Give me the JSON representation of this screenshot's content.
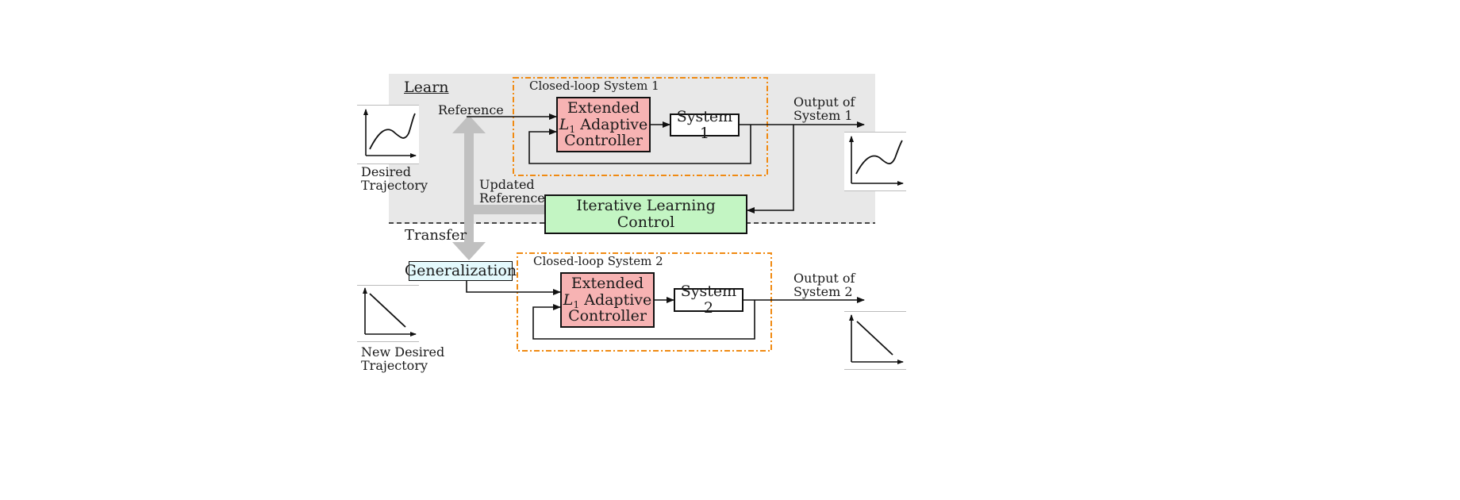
{
  "learn": {
    "label": "Learn"
  },
  "transfer": {
    "label": "Transfer"
  },
  "reference": {
    "label": "Reference"
  },
  "updated_reference": {
    "line1": "Updated",
    "line2": "Reference"
  },
  "closed_loop_1": {
    "label": "Closed-loop System 1"
  },
  "closed_loop_2": {
    "label": "Closed-loop System 2"
  },
  "controller": {
    "line1": "Extended",
    "symbol": "L",
    "subscript": "1",
    "word": "Adaptive",
    "line3": "Controller"
  },
  "system_1": {
    "label": "System 1"
  },
  "system_2": {
    "label": "System 2"
  },
  "ilc": {
    "label": "Iterative Learning Control"
  },
  "generalization": {
    "label": "Generalization"
  },
  "output_1": {
    "line1": "Output of",
    "line2": "System 1"
  },
  "output_2": {
    "line1": "Output of",
    "line2": "System 2"
  },
  "desired_trajectory": {
    "line1": "Desired",
    "line2": "Trajectory"
  },
  "new_desired_trajectory": {
    "line1": "New Desired",
    "line2": "Trajectory"
  },
  "colors": {
    "learn_bg": "#e8e8e8",
    "controller_fill": "#f7b3b3",
    "ilc_fill": "#c3f5c3",
    "generalization_fill": "#e3f9fc",
    "closed_loop_border": "#f08a12",
    "transfer_arrow": "#c0c0c0"
  }
}
